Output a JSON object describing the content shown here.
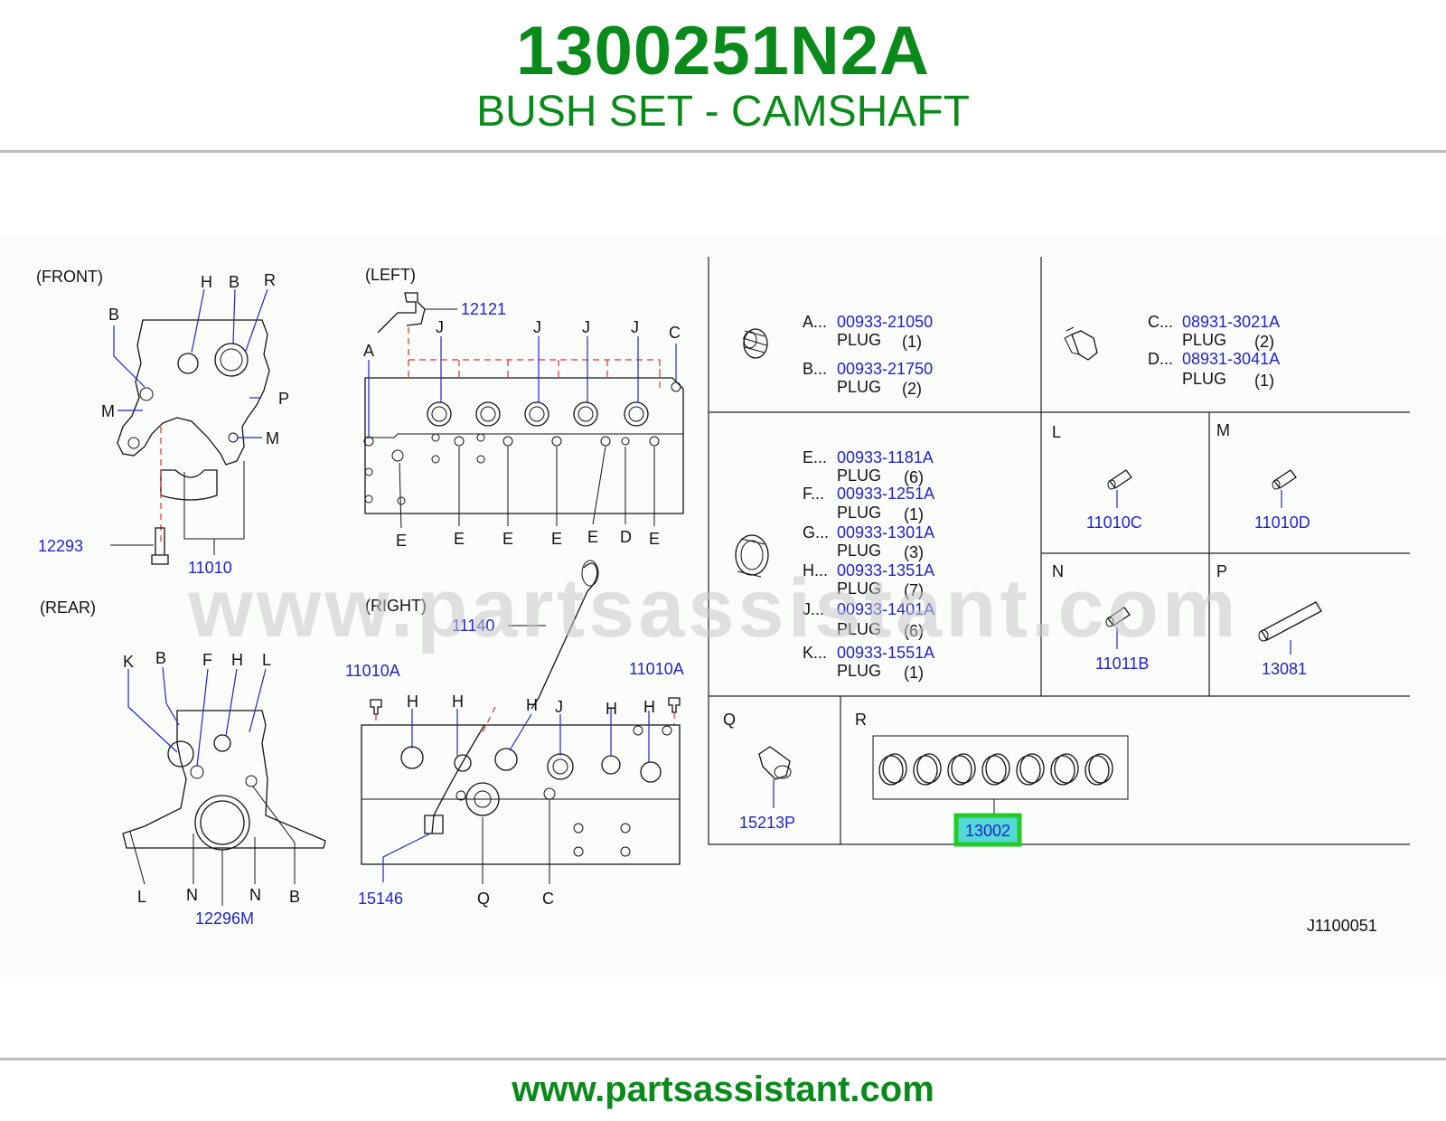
{
  "header": {
    "part_number": "1300251N2A",
    "part_name": "BUSH SET - CAMSHAFT"
  },
  "footer": {
    "url": "www.partsassistant.com"
  },
  "watermark": "www.partsassistant.com",
  "diagram": {
    "views": {
      "front": "(FRONT)",
      "left": "(LEFT)",
      "rear": "(REAR)",
      "right": "(RIGHT)"
    },
    "drawing_id": "J1100051",
    "front": {
      "letters": [
        "H",
        "B",
        "R",
        "B",
        "P",
        "M",
        "M"
      ],
      "parts": [
        "12293",
        "11010"
      ]
    },
    "left": {
      "letters": [
        "J",
        "J",
        "J",
        "J",
        "C",
        "A",
        "E",
        "E",
        "E",
        "E",
        "E",
        "D",
        "E"
      ],
      "parts": [
        "12121"
      ]
    },
    "rear": {
      "letters": [
        "K",
        "B",
        "F",
        "H",
        "L",
        "L",
        "N",
        "N",
        "B"
      ],
      "parts": [
        "12296M"
      ]
    },
    "right": {
      "letters": [
        "H",
        "H",
        "H",
        "J",
        "H",
        "H",
        "Q",
        "C"
      ],
      "parts": [
        "11140",
        "11010A",
        "11010A",
        "15146"
      ]
    },
    "plugs_ab": [
      {
        "key": "A...",
        "num": "00933-21050",
        "name": "PLUG",
        "qty": "(1)"
      },
      {
        "key": "B...",
        "num": "00933-21750",
        "name": "PLUG",
        "qty": "(2)"
      }
    ],
    "plugs_cd": [
      {
        "key": "C...",
        "num": "08931-3021A",
        "name": "PLUG",
        "qty": "(2)"
      },
      {
        "key": "D...",
        "num": "08931-3041A",
        "name": "PLUG",
        "qty": "(1)"
      }
    ],
    "plugs_ek": [
      {
        "key": "E...",
        "num": "00933-1181A",
        "name": "PLUG",
        "qty": "(6)"
      },
      {
        "key": "F...",
        "num": "00933-1251A",
        "name": "PLUG",
        "qty": "(1)"
      },
      {
        "key": "G...",
        "num": "00933-1301A",
        "name": "PLUG",
        "qty": "(3)"
      },
      {
        "key": "H...",
        "num": "00933-1351A",
        "name": "PLUG",
        "qty": "(7)"
      },
      {
        "key": "J...",
        "num": "00933-1401A",
        "name": "PLUG",
        "qty": "(6)"
      },
      {
        "key": "K...",
        "num": "00933-1551A",
        "name": "PLUG",
        "qty": "(1)"
      }
    ],
    "cells": {
      "L": {
        "letter": "L",
        "part": "11010C"
      },
      "M": {
        "letter": "M",
        "part": "11010D"
      },
      "N": {
        "letter": "N",
        "part": "11011B"
      },
      "P": {
        "letter": "P",
        "part": "13081"
      },
      "Q": {
        "letter": "Q",
        "part": "15213P"
      },
      "R": {
        "letter": "R",
        "part": "13002"
      }
    },
    "highlight_color": "#22cc22"
  }
}
